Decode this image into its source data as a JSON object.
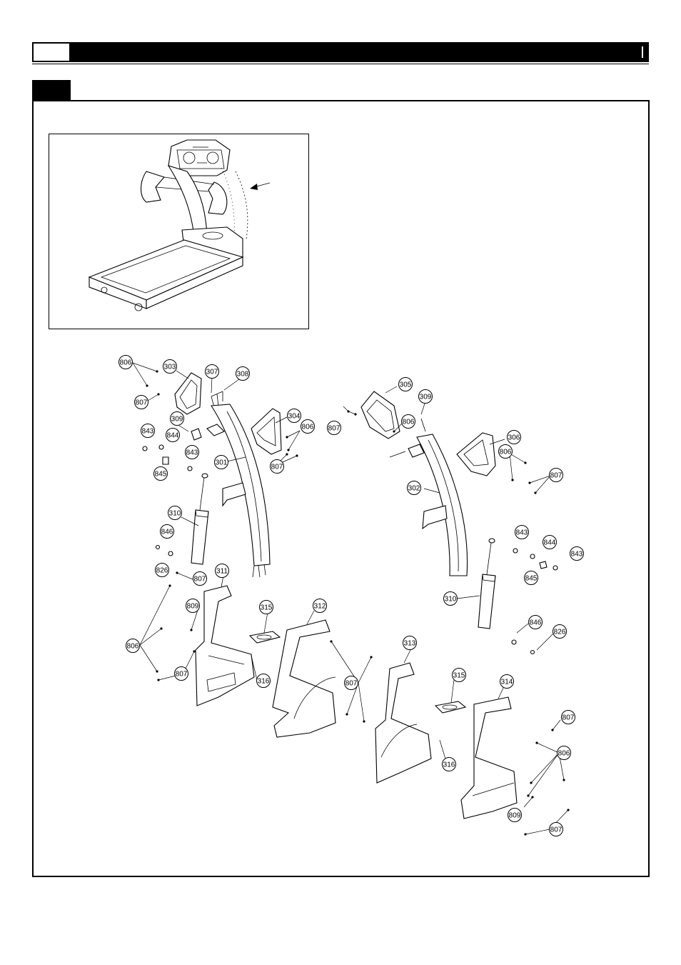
{
  "callouts": [
    {
      "label": "806"
    },
    {
      "label": "303"
    },
    {
      "label": "307"
    },
    {
      "label": "308"
    },
    {
      "label": "807"
    },
    {
      "label": "309"
    },
    {
      "label": "304"
    },
    {
      "label": "843"
    },
    {
      "label": "844"
    },
    {
      "label": "806"
    },
    {
      "label": "843"
    },
    {
      "label": "301"
    },
    {
      "label": "807"
    },
    {
      "label": "845"
    },
    {
      "label": "310"
    },
    {
      "label": "846"
    },
    {
      "label": "826"
    },
    {
      "label": "807"
    },
    {
      "label": "311"
    },
    {
      "label": "809"
    },
    {
      "label": "315"
    },
    {
      "label": "312"
    },
    {
      "label": "806"
    },
    {
      "label": "807"
    },
    {
      "label": "316"
    },
    {
      "label": "807"
    },
    {
      "label": "305"
    },
    {
      "label": "309"
    },
    {
      "label": "807"
    },
    {
      "label": "806"
    },
    {
      "label": "306"
    },
    {
      "label": "806"
    },
    {
      "label": "807"
    },
    {
      "label": "302"
    },
    {
      "label": "843"
    },
    {
      "label": "844"
    },
    {
      "label": "843"
    },
    {
      "label": "845"
    },
    {
      "label": "310"
    },
    {
      "label": "846"
    },
    {
      "label": "826"
    },
    {
      "label": "313"
    },
    {
      "label": "315"
    },
    {
      "label": "314"
    },
    {
      "label": "316"
    },
    {
      "label": "807"
    },
    {
      "label": "806"
    },
    {
      "label": "809"
    },
    {
      "label": "807"
    }
  ]
}
